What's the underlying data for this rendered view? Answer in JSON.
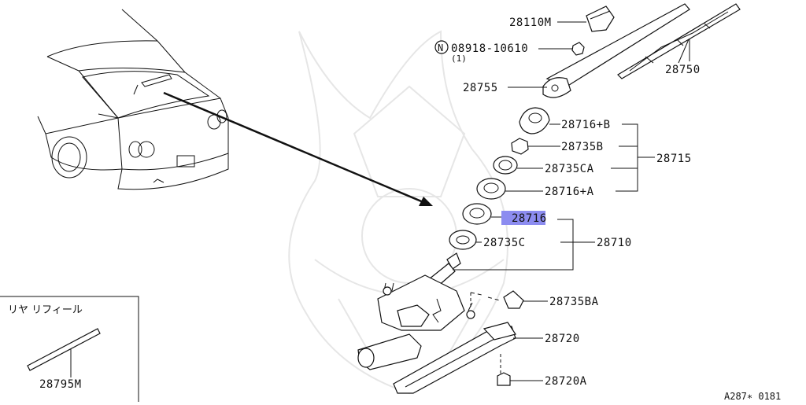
{
  "labels": {
    "cap": "28110M",
    "nut_code": "08918-10610",
    "nut_qty": "(1)",
    "blade": "28750",
    "arm": "28755",
    "seal_b": "28716+B",
    "nut_b": "28735B",
    "kit": "28715",
    "washer_ca": "28735CA",
    "seal_a": "28716+A",
    "grommet": "28716",
    "washer_c": "28735C",
    "motor": "28710",
    "bracket_nut": "28735BA",
    "bracket": "28720",
    "bolt": "28720A",
    "refill_title": "リヤ リフィール",
    "refill": "28795M",
    "ref_code": "A287∗ 0181"
  },
  "highlight_color": "#8c8cf0",
  "selected_part": "28716"
}
